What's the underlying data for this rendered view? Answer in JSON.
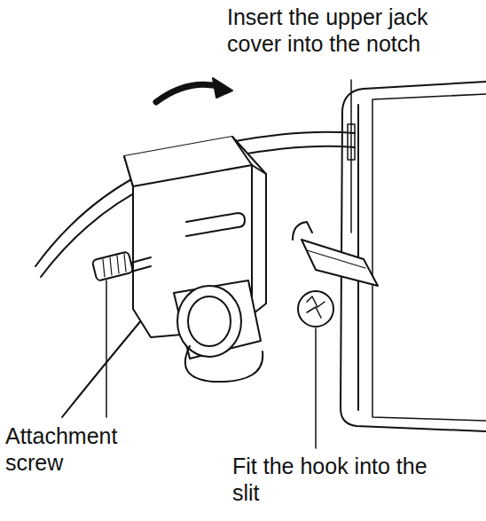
{
  "diagram": {
    "labels": [
      "Insert the upper jack cover into the notch",
      "Attachment screw",
      "Fit the hook into the slit"
    ]
  }
}
